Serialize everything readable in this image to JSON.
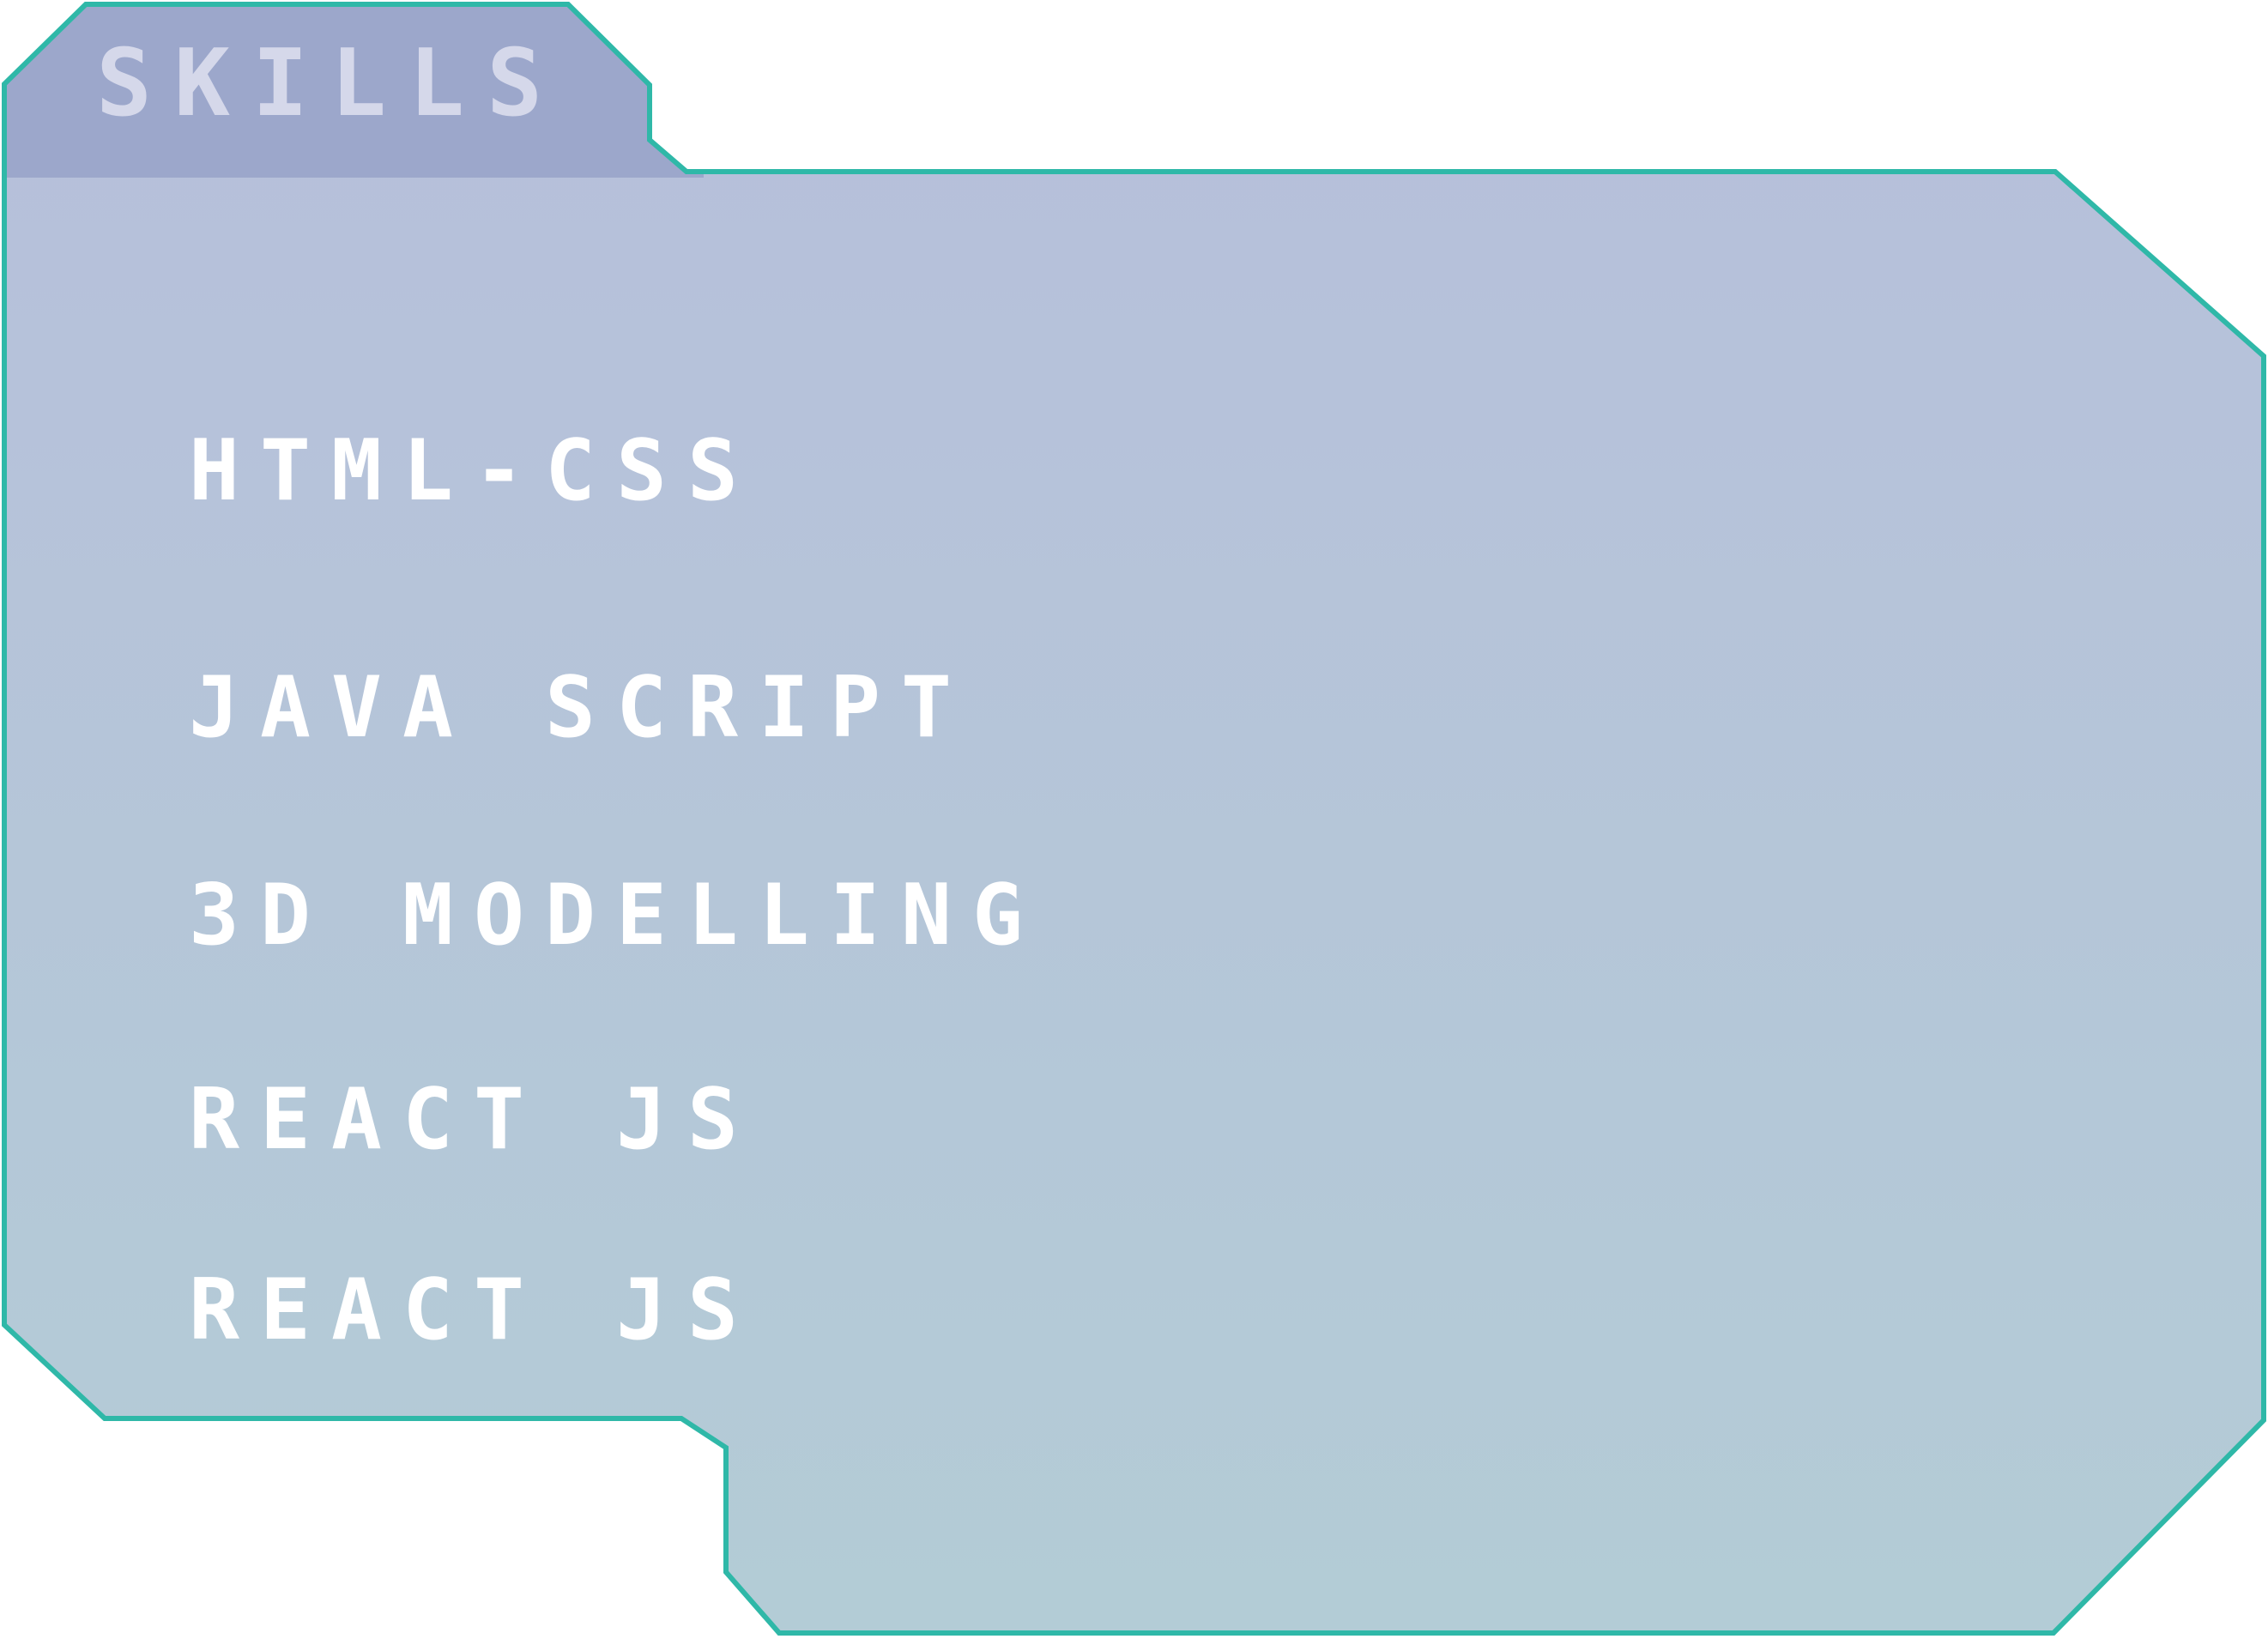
{
  "panel": {
    "title": "SKILLS",
    "skills": [
      "HTML-CSS",
      "JAVA SCRIPT",
      "3D MODELLING",
      "REACT JS",
      "REACT JS"
    ]
  },
  "colors": {
    "border": "#2fb8a8",
    "tab_fill": "#9ca7cb",
    "body_fill_top": "#b7bfdb",
    "body_fill_bottom": "#b3ccd6",
    "title_text": "#d5d8ea",
    "skill_text": "#ffffff"
  }
}
